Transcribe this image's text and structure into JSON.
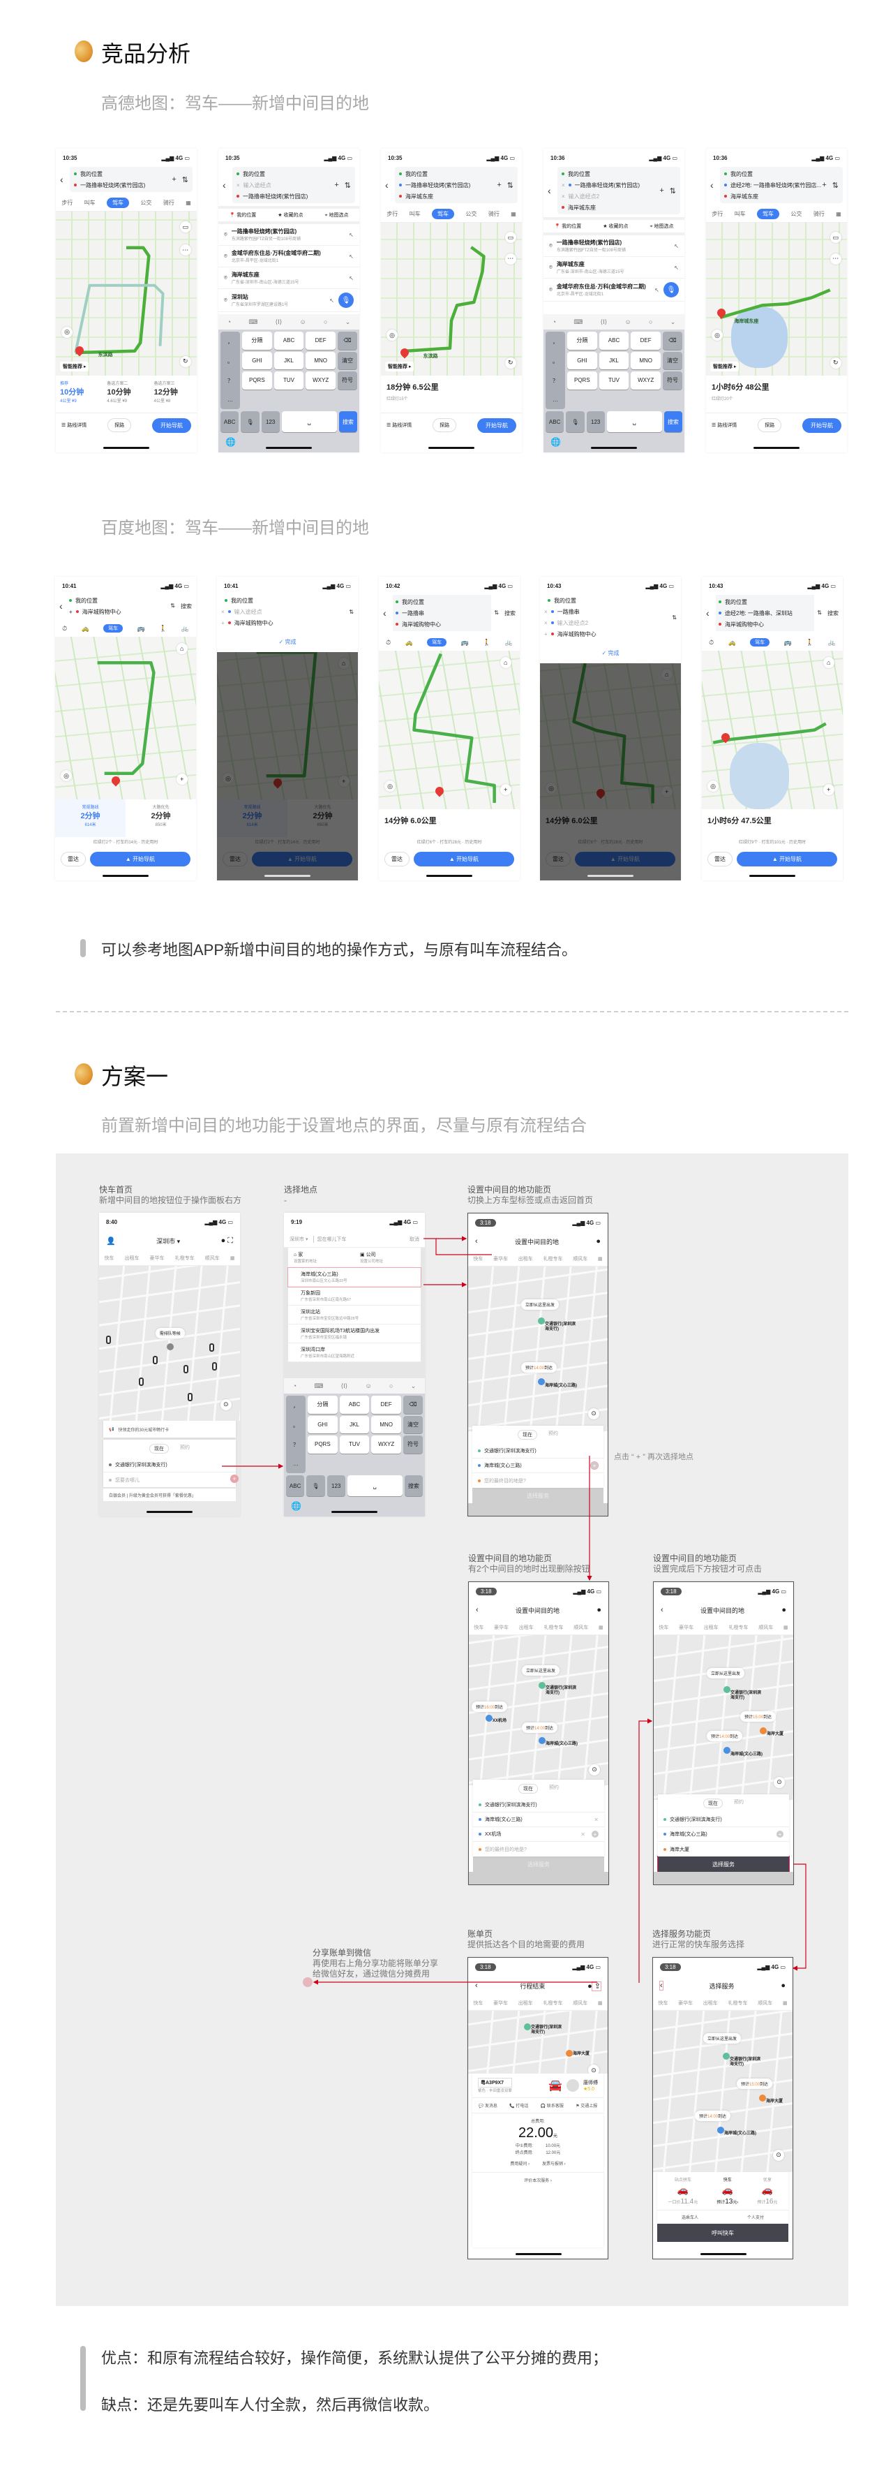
{
  "sections": {
    "competitive_title": "竞品分析",
    "gaode_subtitle": "高德地图：驾车——新增中间目的地",
    "baidu_subtitle": "百度地图：驾车——新增中间目的地",
    "note": "可以参考地图APP新增中间目的地的操作方式，与原有叫车流程结合。",
    "plan_title": "方案一",
    "plan_subtitle": "前置新增中间目的地功能于设置地点的界面，尽量与原有流程结合",
    "pros": "优点：和原有流程结合较好，操作简便，系统默认提供了公平分摊的费用；",
    "cons": "缺点：还是先要叫车人付全款，然后再微信收款。"
  },
  "colors": {
    "accent_orange": "#e29a35",
    "map_blue": "#3d7ef5",
    "route_green": "#4caf3a",
    "didi_dark": "#45454f",
    "connector_red": "#d0021b",
    "panel_bg": "#eeeeee"
  },
  "status": {
    "network": "4G"
  },
  "keyboard": {
    "keys": [
      "分隔",
      "ABC",
      "DEF",
      "GHI",
      "JKL",
      "MNO",
      "PQRS",
      "TUV",
      "WXYZ"
    ],
    "side": [
      "，",
      "。",
      "？",
      "…"
    ],
    "right": [
      "⌫",
      "清空",
      "符号"
    ],
    "bottom": [
      "ABC",
      "🎙",
      "123",
      "␣",
      "搜索"
    ]
  },
  "gaode": {
    "modes": [
      "步行",
      "叫车",
      "驾车",
      "公交",
      "骑行"
    ],
    "active_mode": 2,
    "smart": "智能推荐 ▸",
    "actions": [
      "☰ 路线详情",
      "探路",
      "开始导航"
    ],
    "quick": [
      "我的位置",
      "收藏的点",
      "地图选点"
    ],
    "phones": [
      {
        "kind": "route",
        "time": "10:35",
        "stops": [
          {
            "text": "我的位置",
            "type": "start"
          },
          {
            "text": "一路撸串轻烧烤(紫竹园店)",
            "type": "end"
          }
        ],
        "road": "东滨路",
        "options": [
          {
            "label": "推荐",
            "time": "10分钟",
            "detail": "4公里 ¥9"
          },
          {
            "label": "备选方案二",
            "time": "10分钟",
            "detail": "4.6公里 ¥9"
          },
          {
            "label": "备选方案三",
            "time": "12分钟",
            "detail": "4公里 ¥8"
          }
        ]
      },
      {
        "kind": "search",
        "time": "10:35",
        "stops": [
          {
            "text": "我的位置",
            "type": "start"
          },
          {
            "text": "输入途经点",
            "type": "input"
          },
          {
            "text": "一路撸串轻烧烤(紫竹园店)",
            "type": "end"
          }
        ],
        "results": [
          {
            "name": "一路撸串轻烧烤(紫竹园店)",
            "addr": "东滨路紫竹园FTZ自贸一街108号商铺"
          },
          {
            "name": "金域华府东住总·万科(金域华府二期)",
            "addr": "北京市-昌平区-龙域北街1"
          },
          {
            "name": "海岸城东座",
            "addr": "广东省-深圳市-南山区-海德三道15号"
          },
          {
            "name": "深圳站",
            "addr": "广东省深圳市罗湖区建设路1号"
          }
        ]
      },
      {
        "kind": "route",
        "time": "10:35",
        "stops": [
          {
            "text": "我的位置",
            "type": "start"
          },
          {
            "text": "一路撸串轻烧烤(紫竹园店)",
            "type": "via"
          },
          {
            "text": "海岸城东座",
            "type": "end"
          }
        ],
        "road": "东滨路",
        "summary": "18分钟  6.5公里",
        "summary_sub": "红绿灯15个"
      },
      {
        "kind": "search",
        "time": "10:36",
        "stops": [
          {
            "text": "我的位置",
            "type": "start"
          },
          {
            "text": "一路撸串轻烧烤(紫竹园店)",
            "type": "via"
          },
          {
            "text": "输入途经点2",
            "type": "input"
          },
          {
            "text": "海岸城东座",
            "type": "end"
          }
        ],
        "results": [
          {
            "name": "一路撸串轻烧烤(紫竹园店)",
            "addr": "东滨路紫竹园FTZ自贸一街108号商铺"
          },
          {
            "name": "海岸城东座",
            "addr": "广东省-深圳市-南山区-海德三道15号"
          },
          {
            "name": "金域华府东住总·万科(金域华府二期)",
            "addr": "北京市-昌平区-龙域北街1"
          }
        ]
      },
      {
        "kind": "route",
        "time": "10:36",
        "stops": [
          {
            "text": "我的位置",
            "type": "start"
          },
          {
            "text": "途经2地: 一路撸串轻烧烤(紫竹园店...",
            "type": "via"
          },
          {
            "text": "海岸城东座",
            "type": "end"
          }
        ],
        "road": "海岸城东座",
        "summary": "1小时6分  48公里",
        "summary_sub": "红绿灯20个"
      }
    ]
  },
  "baidu": {
    "modes": [
      "⏱",
      "🚕",
      "驾车",
      "🚌",
      "🚶",
      "🚲"
    ],
    "search": "搜索",
    "done": "✓ 完成",
    "actions": [
      "雷达",
      "▲ 开始导航"
    ],
    "phones": [
      {
        "kind": "route",
        "time": "10:41",
        "stops": [
          {
            "text": "我的位置",
            "type": "start"
          },
          {
            "text": "海岸城购物中心",
            "type": "end"
          }
        ],
        "options": [
          {
            "label": "常规路线",
            "time": "2分钟",
            "detail": "614米"
          },
          {
            "label": "大路优先",
            "time": "2分钟",
            "detail": "850米"
          }
        ],
        "info": "红绿灯2个 · 打车约14元 · 历史用时"
      },
      {
        "kind": "edit",
        "time": "10:41",
        "stops": [
          {
            "text": "我的位置",
            "type": "start"
          },
          {
            "text": "输入途经点",
            "type": "input"
          },
          {
            "text": "海岸城购物中心",
            "type": "end"
          }
        ],
        "options": [
          {
            "label": "常规路线",
            "time": "2分钟",
            "detail": "614米"
          },
          {
            "label": "大路优先",
            "time": "2分钟",
            "detail": "850米"
          }
        ],
        "info": "红绿灯2个 · 打车约14元 · 历史用时"
      },
      {
        "kind": "route",
        "time": "10:42",
        "stops": [
          {
            "text": "我的位置",
            "type": "start"
          },
          {
            "text": "一路撸串",
            "type": "via"
          },
          {
            "text": "海岸城购物中心",
            "type": "end"
          }
        ],
        "summary": "14分钟  6.0公里",
        "info": "红绿灯6个 · 打车约28元 · 历史用时"
      },
      {
        "kind": "edit",
        "time": "10:43",
        "stops": [
          {
            "text": "我的位置",
            "type": "start"
          },
          {
            "text": "一路撸串",
            "type": "via"
          },
          {
            "text": "输入途经点2",
            "type": "input"
          },
          {
            "text": "海岸城购物中心",
            "type": "end"
          }
        ],
        "summary": "14分钟  6.0公里",
        "info": "红绿灯6个 · 打车约28元 · 历史用时"
      },
      {
        "kind": "route",
        "time": "10:43",
        "stops": [
          {
            "text": "我的位置",
            "type": "start"
          },
          {
            "text": "途经2地: 一路撸串、深圳站",
            "type": "via"
          },
          {
            "text": "海岸城购物中心",
            "type": "end"
          }
        ],
        "summary": "1小时6分  47.5公里",
        "info": "红绿灯9个 · 打车约101元 · 历史用时"
      }
    ]
  },
  "flow": {
    "captions": [
      {
        "title": "快车首页",
        "sub": "新增中间目的地按钮位于操作面板右方"
      },
      {
        "title": "选择地点",
        "sub": "-"
      },
      {
        "title": "设置中间目的地功能页",
        "sub": "切换上方车型标签或点击返回首页"
      },
      {
        "title": "设置中间目的地功能页",
        "sub": "有2个中间目的地时出现删除按钮"
      },
      {
        "title": "设置中间目的地功能页",
        "sub": "设置完成后下方按钮才可点击"
      },
      {
        "title": "账单页",
        "sub": "提供抵达各个目的地需要的费用"
      },
      {
        "title": "选择服务功能页",
        "sub": "进行正常的快车服务选择"
      }
    ],
    "plus_note": "点击 “ + ” 再次选择地点",
    "share": {
      "title": "分享账单到微信",
      "line1": "再使用右上角分享功能将账单分享",
      "line2": "给微信好友，通过微信分摊费用"
    },
    "tabs_home": [
      "快车",
      "出租车",
      "豪华车",
      "礼橙专车",
      "顺风车"
    ],
    "tabs": [
      "快车",
      "豪华车",
      "出租车",
      "礼橙专车",
      "顺风车"
    ],
    "toggle": [
      "现在",
      "预约"
    ],
    "origin": "交通银行(深圳滨海支行)",
    "origin_label": "交通银行(深圳滨海支行)",
    "depart_bubble": "立即从这里出发",
    "eta_prefix": "预计",
    "eta_suffix": "到达",
    "final_placeholder": "您的最终目的地是?",
    "select_service": "选择服务",
    "home": {
      "time": "8:40",
      "city": "深圳市 ▾",
      "bubble": "需排队等候",
      "banner": "快领走你的30元城市畅行卡",
      "to_placeholder": "您要去哪儿",
      "member": "白银会员 | 升级为黄金会员可获得「套餐优惠」"
    },
    "picker": {
      "time": "9:19",
      "city": "深圳市 ▾",
      "placeholder": "您在哪儿下车",
      "cancel": "取消",
      "home": {
        "name": "家",
        "addr": "设置家的地址"
      },
      "company": {
        "name": "公司",
        "addr": "设置公司地址"
      },
      "items": [
        {
          "name": "海岸城(文心三路)",
          "addr": "深圳市南山区文心五路33号"
        },
        {
          "name": "万象新园",
          "addr": "广东省深圳市南山区南光路67"
        },
        {
          "name": "深圳北站",
          "addr": "广东省深圳市宝安区致远中路28号"
        },
        {
          "name": "深圳宝安国际机场T3航站楼国内出发",
          "addr": "广东省深圳市宝安区福永镇"
        },
        {
          "name": "深圳湾口岸",
          "addr": "广东省深圳市南山区望海路附近"
        }
      ]
    },
    "mid": [
      {
        "time": "3:18",
        "title": "设置中间目的地",
        "stops": [
          "海岸城(文心三路)"
        ],
        "final": null,
        "etas": [
          "14:00"
        ],
        "button_on": false,
        "deletable": false
      },
      {
        "time": "3:18",
        "title": "设置中间目的地",
        "stops": [
          "海岸城(文心三路)",
          "XX机场"
        ],
        "final": null,
        "etas": [
          "14:00",
          "16:00"
        ],
        "button_on": false,
        "deletable": true
      },
      {
        "time": "3:18",
        "title": "设置中间目的地",
        "stops": [
          "海岸城(文心三路)"
        ],
        "final": "海岸大厦",
        "etas": [
          "14:00",
          "15:00"
        ],
        "button_on": true,
        "deletable": false
      }
    ],
    "bill": {
      "time": "3:18",
      "title": "行程结束",
      "plate": "粤A3P9X7",
      "car": "紫色 · 丰田雷凌双擎",
      "driver": "唐师傅",
      "rating": "★5.0",
      "actions": [
        "发消息",
        "打电话",
        "联系客服",
        "交通上报"
      ],
      "total_label": "总费用:",
      "total": "22.00",
      "unit": "元",
      "lines": [
        {
          "label": "中①费用:",
          "value": "10.00元"
        },
        {
          "label": "终点费用:",
          "value": "12.00元"
        }
      ],
      "links": [
        "费用疑问 ›",
        "发票与报销 ›"
      ],
      "rate": "评价本次服务 ›",
      "final": "海岸大厦"
    },
    "service": {
      "time": "3:18",
      "title": "选择服务",
      "cars": [
        {
          "name": "站点拼车",
          "prefix": "一口价",
          "price": "11.4",
          "unit": "元"
        },
        {
          "name": "快车",
          "prefix": "预计",
          "price": "13",
          "unit": "元›"
        },
        {
          "name": "优享",
          "prefix": "预计",
          "price": "16",
          "unit": "元"
        }
      ],
      "selected": 1,
      "options": [
        "选乘车人",
        "个人支付"
      ],
      "call": "呼叫快车",
      "eta": "15:00"
    }
  }
}
